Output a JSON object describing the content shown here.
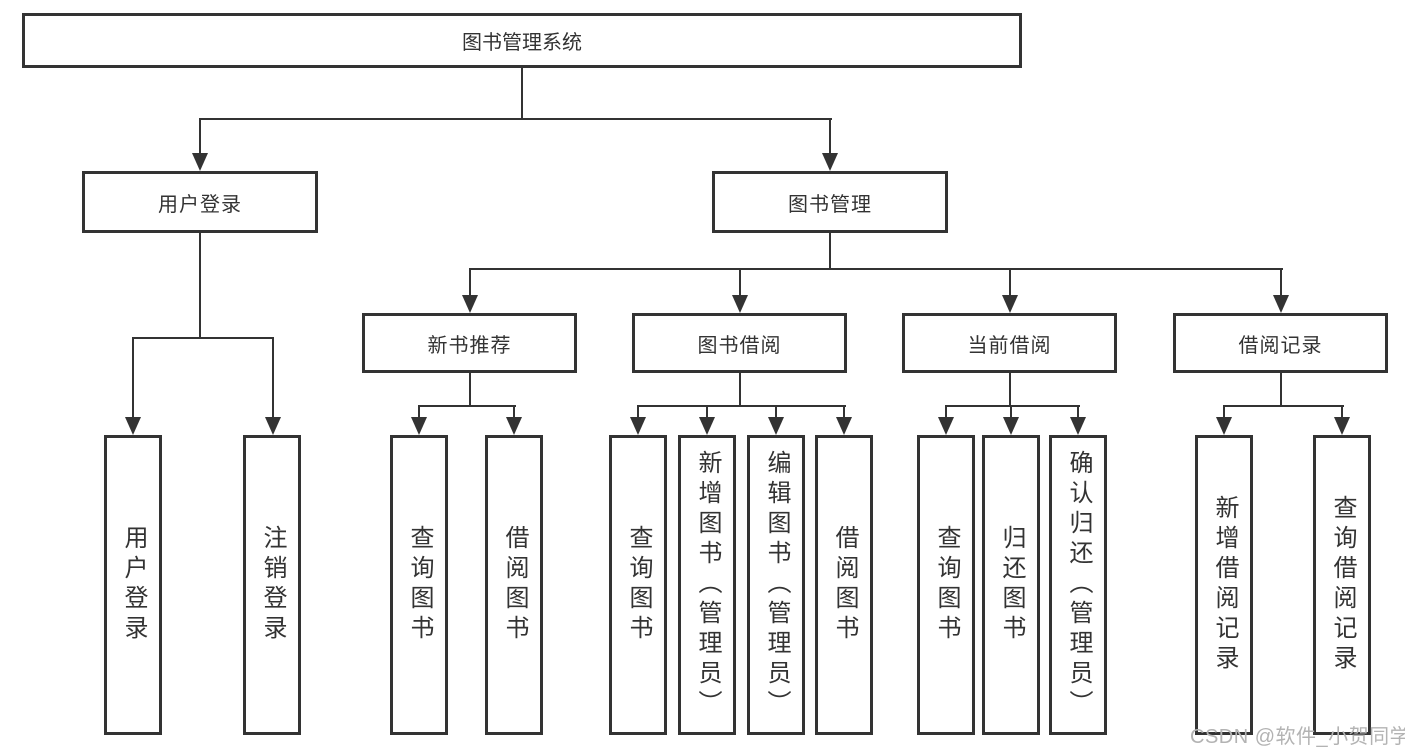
{
  "nodes": {
    "root": {
      "label": "图书管理系统"
    },
    "branches": [
      {
        "label": "用户登录"
      },
      {
        "label": "图书管理"
      }
    ],
    "modules": [
      {
        "label": "新书推荐"
      },
      {
        "label": "图书借阅"
      },
      {
        "label": "当前借阅"
      },
      {
        "label": "借阅记录"
      }
    ],
    "leaves": {
      "user_login": [
        {
          "label": "用户登录"
        },
        {
          "label": "注销登录"
        }
      ],
      "new_book": [
        {
          "label": "查询图书"
        },
        {
          "label": "借阅图书"
        }
      ],
      "book_borrow": [
        {
          "label": "查询图书"
        },
        {
          "label": "新增图书（管理员）"
        },
        {
          "label": "编辑图书（管理员）"
        },
        {
          "label": "借阅图书"
        }
      ],
      "current_borrow": [
        {
          "label": "查询图书"
        },
        {
          "label": "归还图书"
        },
        {
          "label": "确认归还（管理员）"
        }
      ],
      "borrow_record": [
        {
          "label": "新增借阅记录"
        },
        {
          "label": "查询借阅记录"
        }
      ]
    }
  },
  "watermark": {
    "text": "CSDN @软件_小贺同学"
  },
  "colors": {
    "line": "#333333",
    "text": "#333333",
    "background": "#ffffff",
    "watermark": "#b3b3b3"
  }
}
